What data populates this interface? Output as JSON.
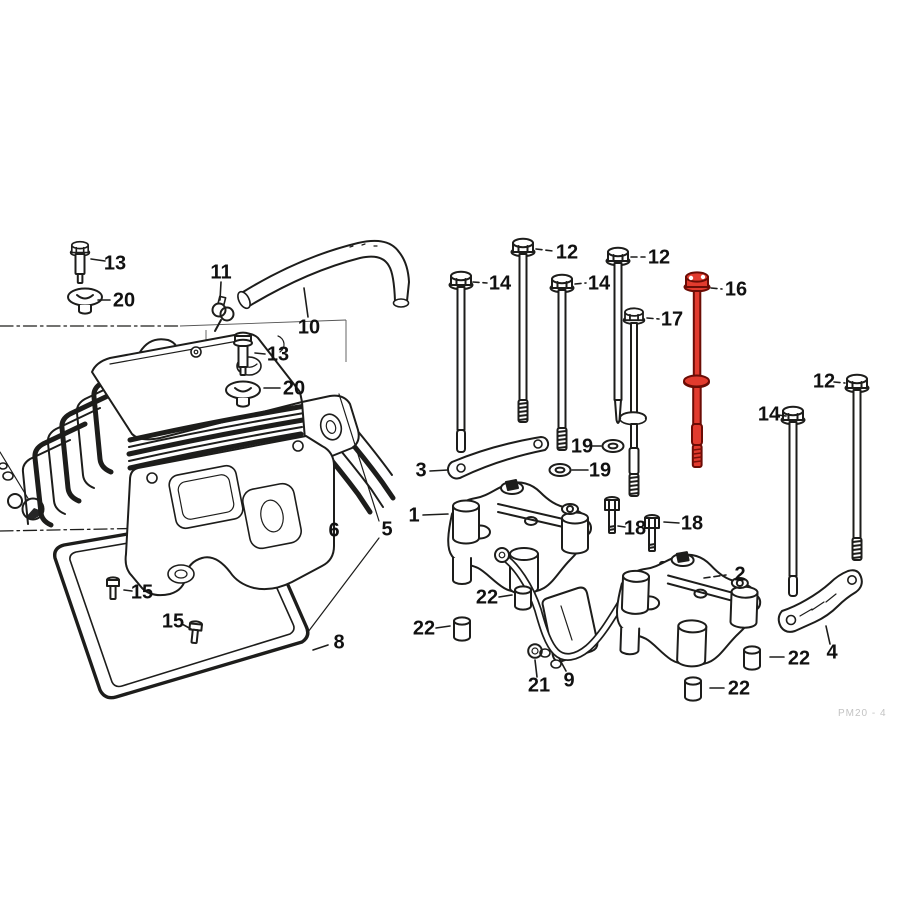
{
  "diagram": {
    "type": "exploded-parts-diagram",
    "background": "#ffffff",
    "line_color": "#1d1d1b",
    "highlight_color": "#e23b2e",
    "highlight_outline": "#6b0c05",
    "highlighted_part_number": "16",
    "footer_code": "PM20 - 4",
    "labels": [
      "13",
      "20",
      "11",
      "10",
      "13",
      "20",
      "12",
      "14",
      "14",
      "12",
      "17",
      "16",
      "19",
      "19",
      "3",
      "1",
      "18",
      "18",
      "2",
      "12",
      "14",
      "4",
      "22",
      "22",
      "21",
      "9",
      "22",
      "22",
      "15",
      "15",
      "6",
      "5",
      "8"
    ]
  }
}
